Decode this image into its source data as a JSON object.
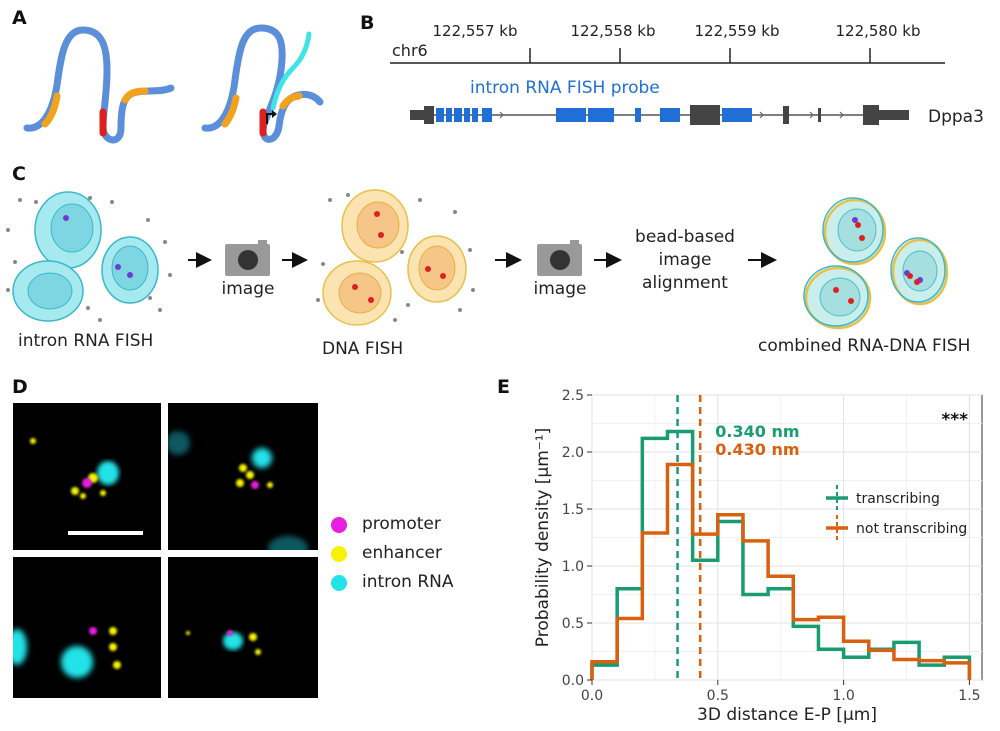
{
  "panels": {
    "a": "A",
    "b": "B",
    "c": "C",
    "d": "D",
    "e": "E"
  },
  "track": {
    "chrom": "chr6",
    "ticks": [
      "122,557 kb",
      "122,558 kb",
      "122,559 kb",
      "122,580 kb"
    ],
    "probe_label": "intron RNA FISH probe",
    "gene_label": "Dppa3"
  },
  "workflow": {
    "step1": "intron RNA FISH",
    "image1": "image",
    "step2": "DNA FISH",
    "image2": "image",
    "align": "bead-based\nimage\nalignment",
    "step3": "combined RNA-DNA FISH"
  },
  "legend_d": [
    {
      "label": "promoter",
      "color": "#e81ee0"
    },
    {
      "label": "enhancer",
      "color": "#f4f200"
    },
    {
      "label": "intron RNA",
      "color": "#22e3e8"
    }
  ],
  "chart_data": {
    "type": "line",
    "ylabel": "Probability density [µm⁻¹]",
    "xlabel": "3D distance E-P [µm]",
    "xlim": [
      0,
      1.55
    ],
    "ylim": [
      0,
      2.5
    ],
    "x_ticks": [
      "0.0",
      "0.5",
      "1.0",
      "1.5"
    ],
    "y_ticks": [
      "0.0",
      "0.5",
      "1.0",
      "1.5",
      "2.0",
      "2.5"
    ],
    "bin_edges": [
      0.0,
      0.1,
      0.2,
      0.3,
      0.4,
      0.5,
      0.6,
      0.7,
      0.8,
      0.9,
      1.0,
      1.1,
      1.2,
      1.3,
      1.4,
      1.5
    ],
    "series": [
      {
        "name": "transcribing",
        "color": "#1a9c72",
        "values": [
          0.13,
          0.8,
          2.12,
          2.18,
          1.05,
          1.39,
          0.75,
          0.8,
          0.47,
          0.27,
          0.2,
          0.27,
          0.33,
          0.13,
          0.2
        ],
        "median": 0.34,
        "median_label": "0.340 nm"
      },
      {
        "name": "not transcribing",
        "color": "#d9600f",
        "values": [
          0.16,
          0.54,
          1.29,
          1.89,
          1.28,
          1.45,
          1.22,
          0.91,
          0.53,
          0.55,
          0.34,
          0.26,
          0.18,
          0.17,
          0.15
        ],
        "median": 0.43,
        "median_label": "0.430 nm"
      }
    ],
    "significance": "***",
    "grid": true,
    "legend_position": "right"
  }
}
